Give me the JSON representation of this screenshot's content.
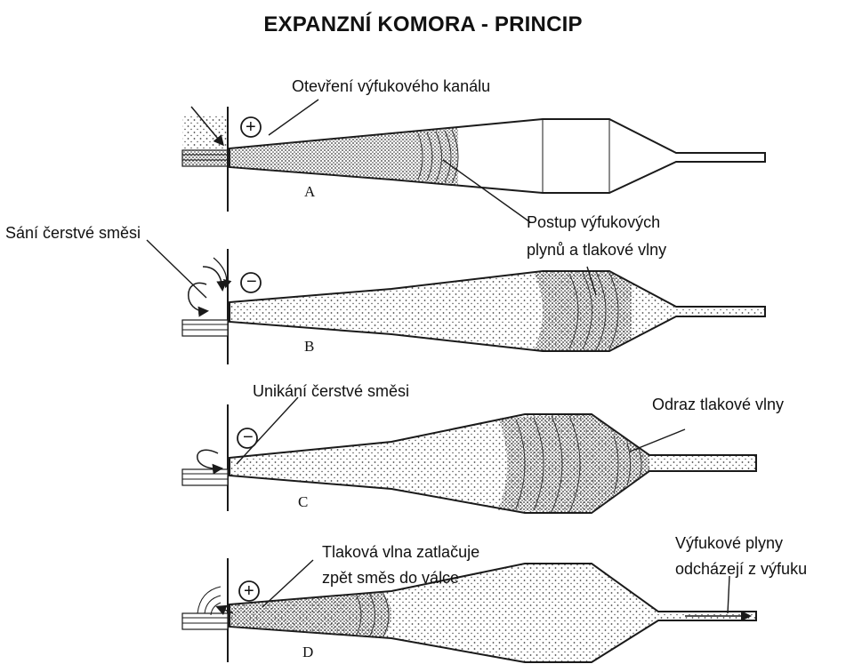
{
  "title": "EXPANZNÍ KOMORA - PRINCIP",
  "panels": [
    {
      "letter": "A",
      "sign": "+"
    },
    {
      "letter": "B",
      "sign": "−"
    },
    {
      "letter": "C",
      "sign": "−"
    },
    {
      "letter": "D",
      "sign": "+"
    }
  ],
  "labels": {
    "exhaust_port_opening": "Otevření výfukového kanálu",
    "progress_line1": "Postup výfukových",
    "progress_line2": "plynů a tlakové vlny",
    "fresh_mixture_intake": "Sání čerstvé směsi",
    "fresh_mixture_escape": "Unikání čerstvé směsi",
    "wave_reflection": "Odraz tlakové vlny",
    "push_back_line1": "Tlaková vlna zatlačuje",
    "push_back_line2": "zpět směs do válce",
    "exhaust_out_line1": "Výfukové plyny",
    "exhaust_out_line2": "odcházejí z výfuku"
  },
  "colors": {
    "ink": "#1a1a1a",
    "stipple": "#444444"
  }
}
